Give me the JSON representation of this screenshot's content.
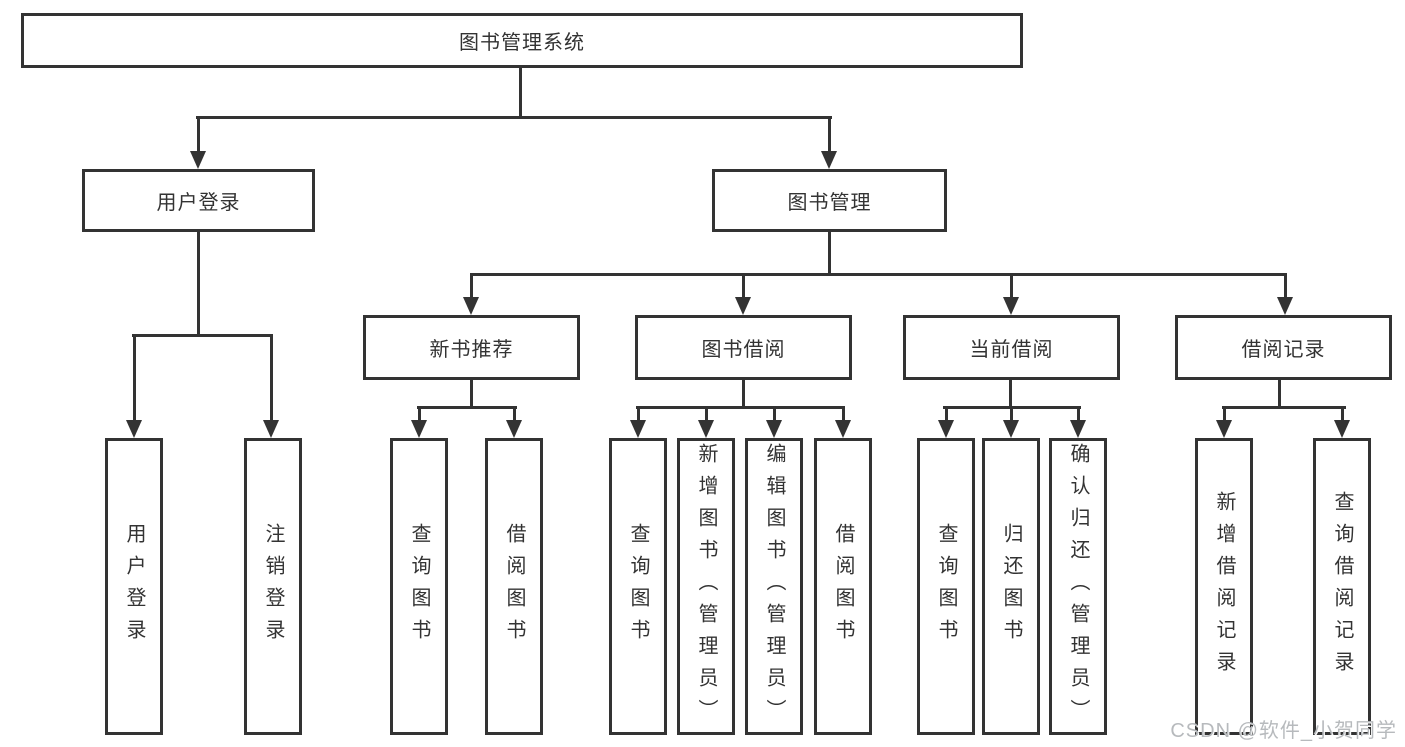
{
  "tree": {
    "root": {
      "label": "图书管理系统"
    },
    "user_login": {
      "label": "用户登录",
      "children": [
        {
          "label": "用户登录"
        },
        {
          "label": "注销登录"
        }
      ]
    },
    "book_management": {
      "label": "图书管理",
      "groups": [
        {
          "label": "新书推荐",
          "children": [
            {
              "label": "查询图书"
            },
            {
              "label": "借阅图书"
            }
          ]
        },
        {
          "label": "图书借阅",
          "children": [
            {
              "label": "查询图书"
            },
            {
              "label": "新增图书（管理员）"
            },
            {
              "label": "编辑图书（管理员）"
            },
            {
              "label": "借阅图书"
            }
          ]
        },
        {
          "label": "当前借阅",
          "children": [
            {
              "label": "查询图书"
            },
            {
              "label": "归还图书"
            },
            {
              "label": "确认归还（管理员）"
            }
          ]
        },
        {
          "label": "借阅记录",
          "children": [
            {
              "label": "新增借阅记录"
            },
            {
              "label": "查询借阅记录"
            }
          ]
        }
      ]
    }
  },
  "watermark": {
    "text": "CSDN @软件_小贺同学"
  },
  "colors": {
    "line": "#333333",
    "text": "#333333",
    "background": "#ffffff",
    "watermark": "#b7babd"
  }
}
